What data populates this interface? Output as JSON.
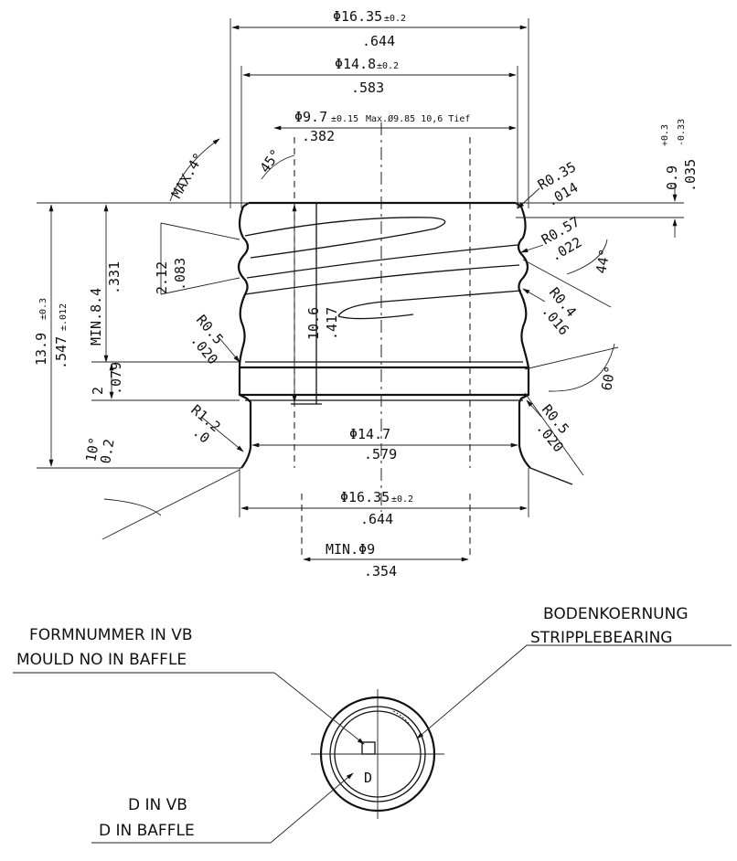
{
  "dimensions": {
    "d1635_top": "Φ16.35",
    "d1635_top_tol": "±0.2",
    "d1635_top_in": ".644",
    "d148": "Φ14.8",
    "d148_tol": "±0.2",
    "d148_in": ".583",
    "d97": "Φ9.7",
    "d97_tol": "±0.15",
    "d97_note": "Max.Ø9.85 10,6 Tief",
    "d97_in": ".382",
    "ang45": "45°",
    "max4": "MAX.4°",
    "r035": "R0.35",
    "r035_in": ".014",
    "t09": "0.9",
    "t09_tol_plus": "+0.3",
    "t09_tol_minus": "-0.33",
    "t09_in": ".035",
    "r057": "R0.57",
    "r057_in": ".022",
    "ang44": "44°",
    "d212": "2.12",
    "d212_in": ".083",
    "min84": "MIN.8.4",
    "min84_in": ".331",
    "r04": "R0.4",
    "r04_in": ".016",
    "h106": "10.6",
    "h106_in": ".417",
    "h139": "13.9",
    "h139_tol": "±0.3",
    "h139_in": ".547",
    "h139_in_tol": "±.012",
    "r05_left": "R0.5",
    "r05_left_in": ".020",
    "ang60": "60°",
    "h2": "2",
    "h2_in": ".079",
    "r05_right": "R0.5",
    "r05_right_in": ".020",
    "r12": "R1.2",
    "r12_in": ".0",
    "ang10": "10°",
    "h02": "0.2",
    "d147": "Φ14.7",
    "d147_in": ".579",
    "d1635_bot": "Φ16.35",
    "d1635_bot_tol": "±0.2",
    "d1635_bot_in": ".644",
    "min9": "MIN.Φ9",
    "min9_in": ".354"
  },
  "bottom_view": {
    "label_mould_de": "FORMNUMMER IN VB",
    "label_mould_en": "MOULD NO IN BAFFLE",
    "label_strip_de": "BODENKOERNUNG",
    "label_strip_en": "STRIPPLEBEARING",
    "label_d_de": "D IN VB",
    "label_d_en": "D IN BAFFLE",
    "center_mark": "D"
  }
}
